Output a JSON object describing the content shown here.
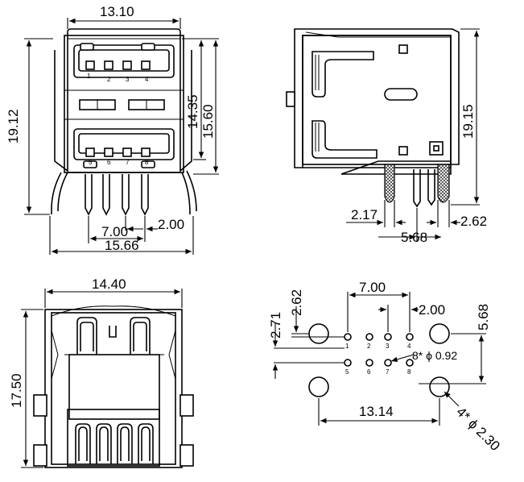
{
  "front_view": {
    "dim_top_width": "13.10",
    "dim_left_height": "19.12",
    "dim_inner_height": "14.35",
    "dim_outer_height": "15.60",
    "dim_pin_pitch": "7.00",
    "dim_pin_offset": "2.00",
    "dim_overall_width": "15.66",
    "pins_upper": [
      "1",
      "2",
      "3",
      "4"
    ],
    "pins_lower": [
      "5",
      "6",
      "7",
      "8"
    ]
  },
  "side_view": {
    "dim_height": "19.15",
    "dim_left": "2.17",
    "dim_right": "2.62",
    "dim_bottom": "5.68"
  },
  "bottom_view": {
    "dim_width": "14.40",
    "dim_height": "17.50"
  },
  "footprint": {
    "dim_pitch": "7.00",
    "dim_offset": "2.00",
    "dim_left_262": "2.62",
    "dim_left_271": "2.71",
    "dim_right": "5.68",
    "dim_bottom": "13.14",
    "hole_small": "8*  ϕ 0.92",
    "hole_large": "4*  ϕ 2.30",
    "pins_upper": [
      "1",
      "2",
      "3",
      "4"
    ],
    "pins_lower": [
      "5",
      "6",
      "7",
      "8"
    ]
  }
}
